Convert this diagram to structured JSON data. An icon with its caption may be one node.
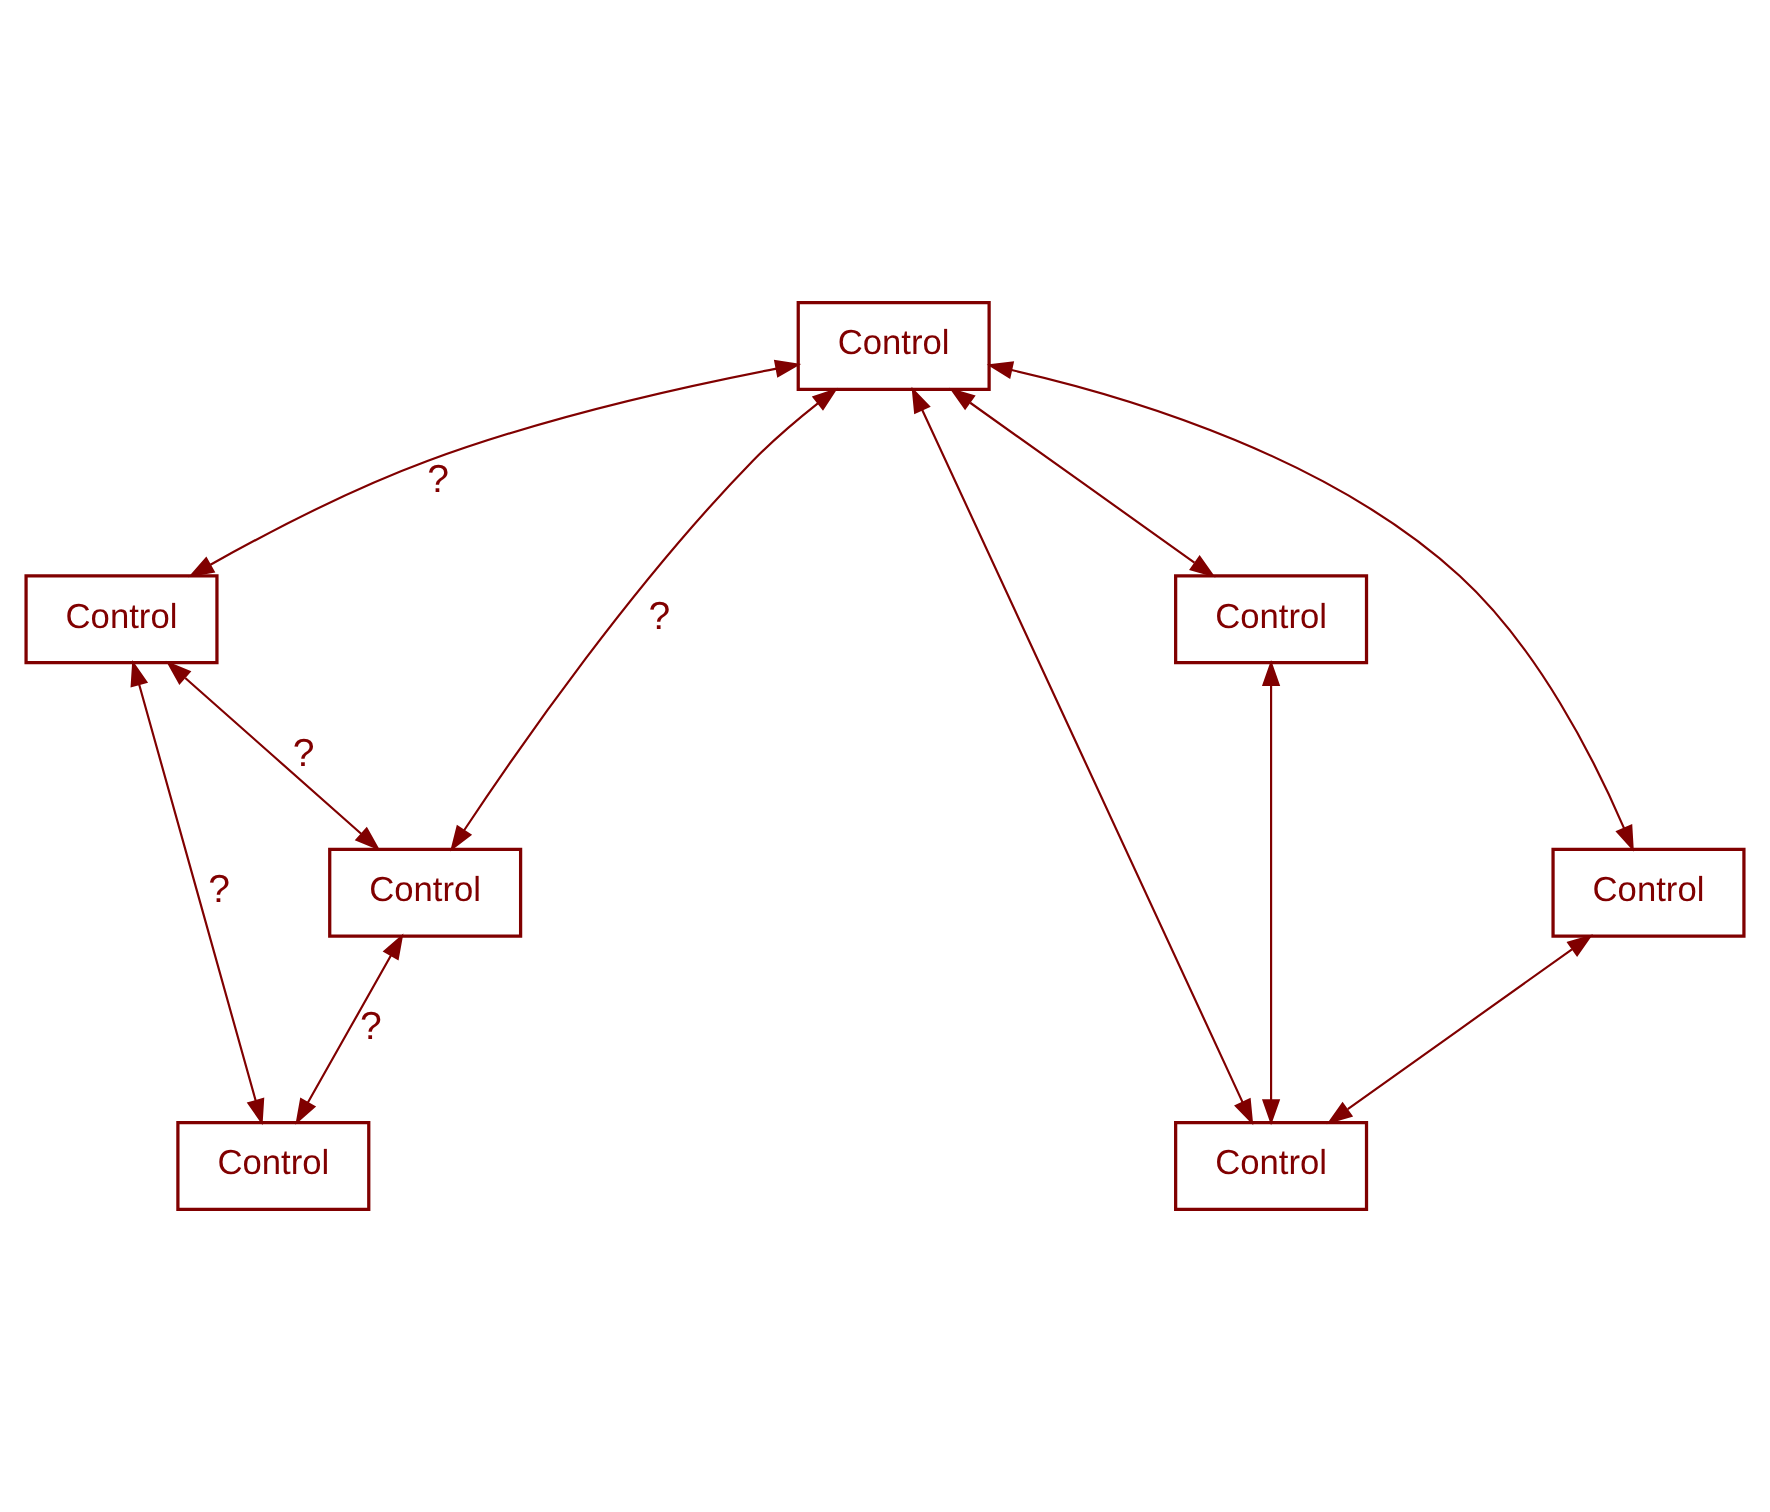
{
  "diagram": {
    "nodes": [
      {
        "text": [
          "Control"
        ]
      },
      {
        "text": [
          "Control"
        ]
      },
      {
        "text": [
          "Control"
        ]
      },
      {
        "text": [
          "Control"
        ]
      },
      {
        "text": [
          "Control"
        ]
      },
      {
        "text": [
          "Control"
        ]
      },
      {
        "text": [
          "Control"
        ]
      }
    ],
    "edges": [
      {
        "from": 0,
        "to": 1,
        "arrow": "both"
      },
      {
        "from": 0,
        "to": 3,
        "arrow": "both"
      },
      {
        "from": 0,
        "to": 5,
        "arrow": "both"
      },
      {
        "from": 0,
        "to": 2,
        "arrow": "both",
        "label": "?"
      },
      {
        "from": 0,
        "to": 4,
        "arrow": "both",
        "label": "?"
      },
      {
        "from": 1,
        "to": 5,
        "arrow": "both"
      },
      {
        "from": 3,
        "to": 5,
        "arrow": "both"
      },
      {
        "from": 2,
        "to": 4,
        "arrow": "both",
        "label": "?"
      },
      {
        "from": 2,
        "to": 6,
        "arrow": "both",
        "label": "?"
      },
      {
        "from": 4,
        "to": 6,
        "arrow": "both",
        "label": "?"
      }
    ]
  }
}
